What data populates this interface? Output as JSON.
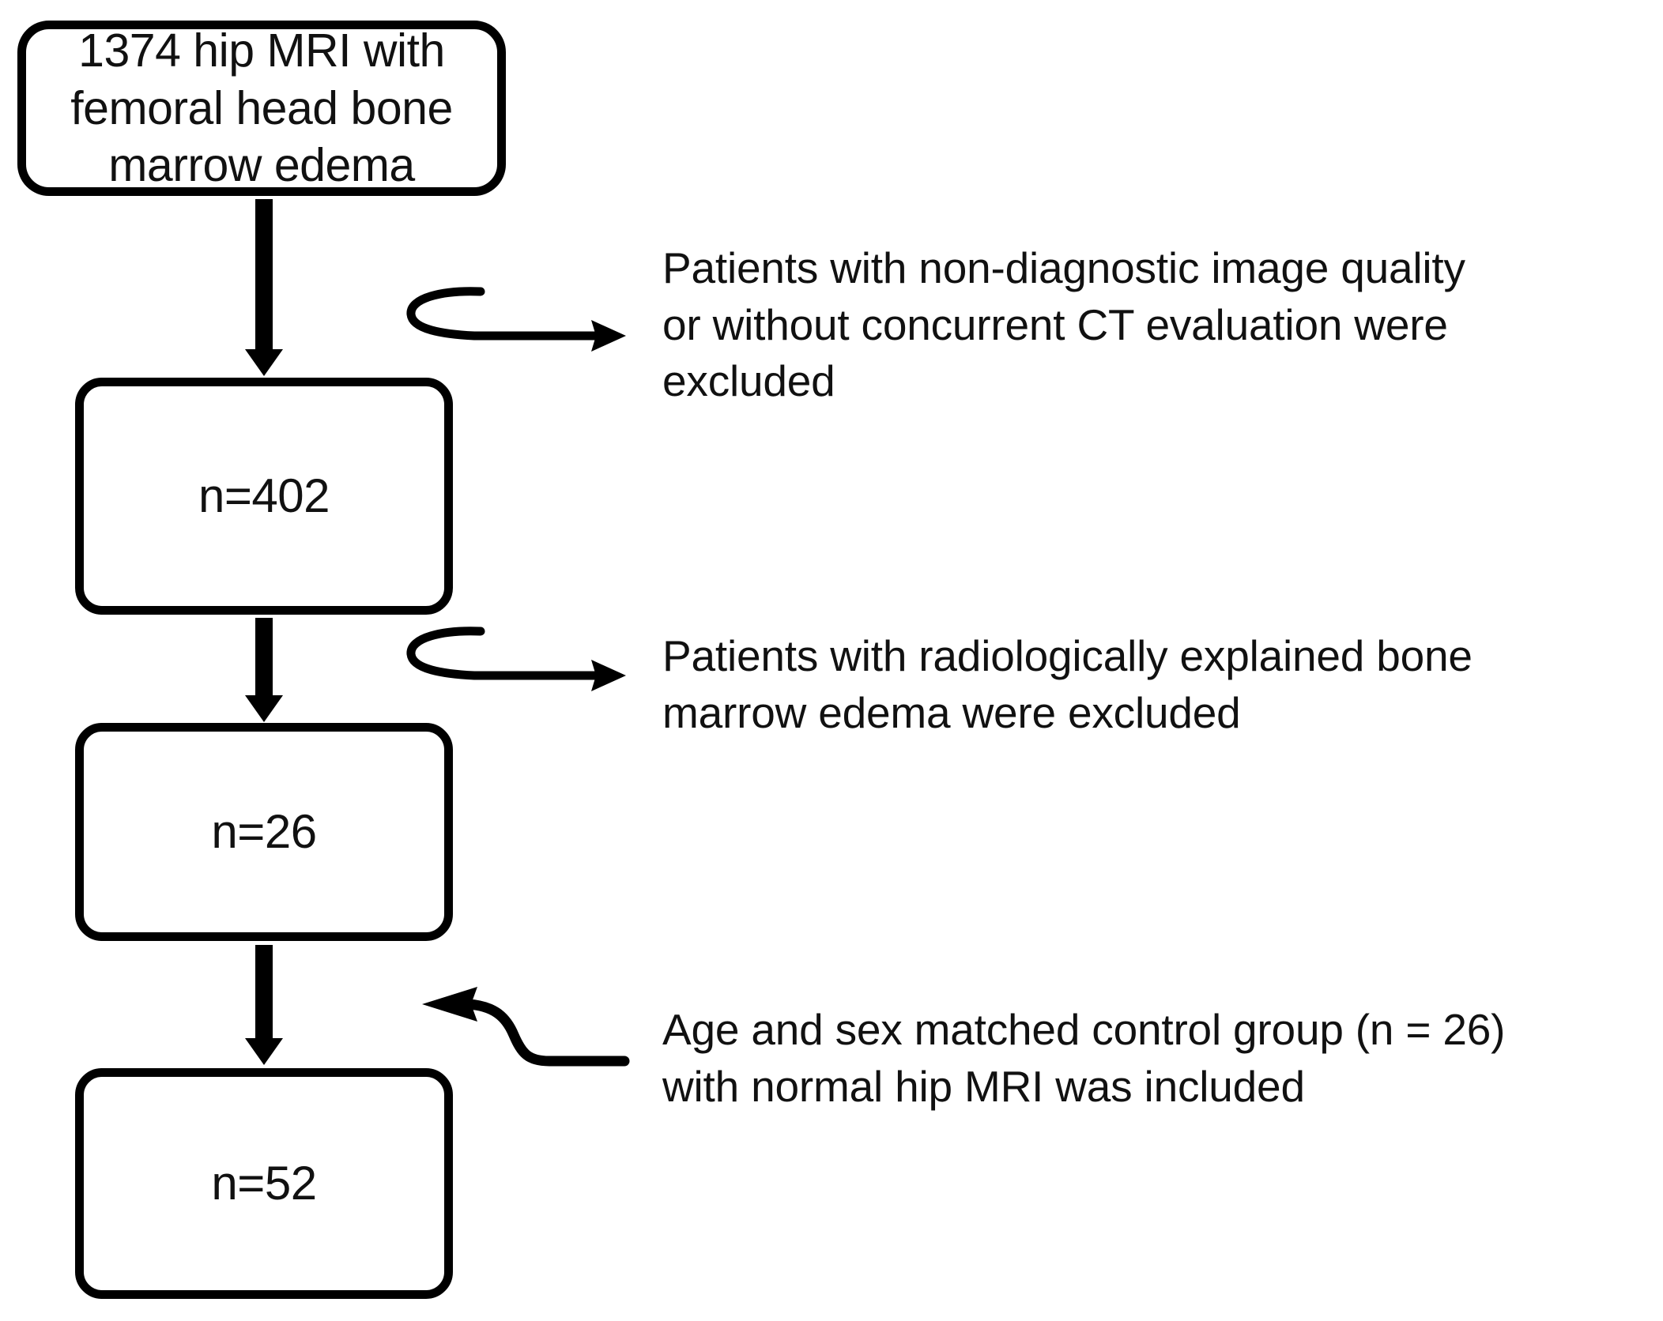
{
  "diagram": {
    "type": "patient-selection-flowchart",
    "boxes": [
      {
        "id": "source",
        "label": "1374 hip MRI with\nfemoral head bone\nmarrow edema"
      },
      {
        "id": "stage-1",
        "label": "n=402"
      },
      {
        "id": "stage-2",
        "label": "n=26"
      },
      {
        "id": "stage-3",
        "label": "n=52"
      }
    ],
    "annotations": [
      {
        "id": "exclusion-1",
        "arrow": "curved-right",
        "text": "Patients with non-diagnostic image quality or without concurrent CT evaluation were excluded",
        "line1": "Patients with non-diagnostic image quality",
        "line2": "or without concurrent CT evaluation were",
        "line3": "excluded"
      },
      {
        "id": "exclusion-2",
        "arrow": "curved-right",
        "text": "Patients with radiologically explained bone marrow edema were excluded",
        "line1": "Patients with radiologically explained bone",
        "line2": "marrow edema were excluded",
        "line3": ""
      },
      {
        "id": "inclusion-1",
        "arrow": "curved-left",
        "text": "Age and sex matched control group (n = 26) with normal hip MRI was included",
        "line1": "Age and sex matched control group (n = 26)",
        "line2": "with normal hip MRI was included",
        "line3": ""
      }
    ],
    "colors": {
      "stroke": "#000000",
      "text": "#111111",
      "background": "#ffffff"
    }
  }
}
